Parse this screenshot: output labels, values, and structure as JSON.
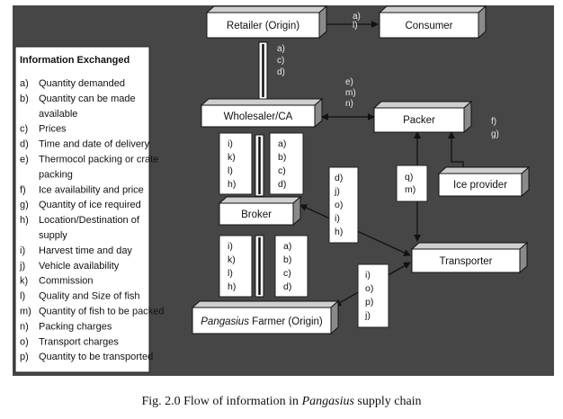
{
  "legend": {
    "title": "Information Exchanged",
    "items": [
      [
        "a)",
        "Quantity demanded"
      ],
      [
        "b)",
        "Quantity can be made"
      ],
      [
        "",
        "available"
      ],
      [
        "c)",
        "Prices"
      ],
      [
        "d)",
        "Time  and date of delivery"
      ],
      [
        "e)",
        "Thermocol packing or crate"
      ],
      [
        "",
        "packing"
      ],
      [
        "f)",
        "Ice availability and price"
      ],
      [
        "g)",
        "Quantity of ice required"
      ],
      [
        "h)",
        "Location/Destination of"
      ],
      [
        "",
        "supply"
      ],
      [
        "i)",
        "Harvest time and day"
      ],
      [
        "j)",
        "Vehicle availability"
      ],
      [
        "k)",
        "Commission"
      ],
      [
        "l)",
        "Quality and Size of fish"
      ],
      [
        "m)",
        "Quantity of fish to be packed"
      ],
      [
        "n)",
        "Packing charges"
      ],
      [
        "o)",
        "Transport charges"
      ],
      [
        "p)",
        "Quantity to be transported"
      ]
    ]
  },
  "nodes": {
    "retailer": "Retailer (Origin)",
    "consumer": "Consumer",
    "wholesaler": "Wholesaler/CA",
    "packer": "Packer",
    "ice_provider": "Ice provider",
    "broker": "Broker",
    "transporter": "Transporter",
    "farmer_species": "Pangasius",
    "farmer_rest": " Farmer (Origin)"
  },
  "labels": {
    "retailer_consumer": [
      "a)",
      "l)"
    ],
    "retailer_wholesaler": [
      "a)",
      "c)",
      "d)"
    ],
    "wholesaler_packer": [
      "e)",
      "m)",
      "n)"
    ],
    "packer_ice": [
      "f)",
      "g)"
    ],
    "wholesaler_broker_left": [
      "i)",
      "k)",
      "l)",
      "h)"
    ],
    "wholesaler_broker_right": [
      "a)",
      "b)",
      "c)",
      "d)"
    ],
    "broker_farmer_left": [
      "i)",
      "k)",
      "l)",
      "h)"
    ],
    "broker_farmer_right": [
      "a)",
      "b)",
      "c)",
      "d)"
    ],
    "broker_transporter": [
      "d)",
      "j)",
      "o)",
      "i)",
      "h)"
    ],
    "packer_transporter": [
      "q)",
      "m)"
    ],
    "transporter_farmer": [
      "i)",
      "o)",
      "p)",
      "j)"
    ]
  },
  "caption": {
    "prefix": "Fig. 2.0 Flow of information in ",
    "species": "Pangasius",
    "suffix": " supply chain"
  }
}
